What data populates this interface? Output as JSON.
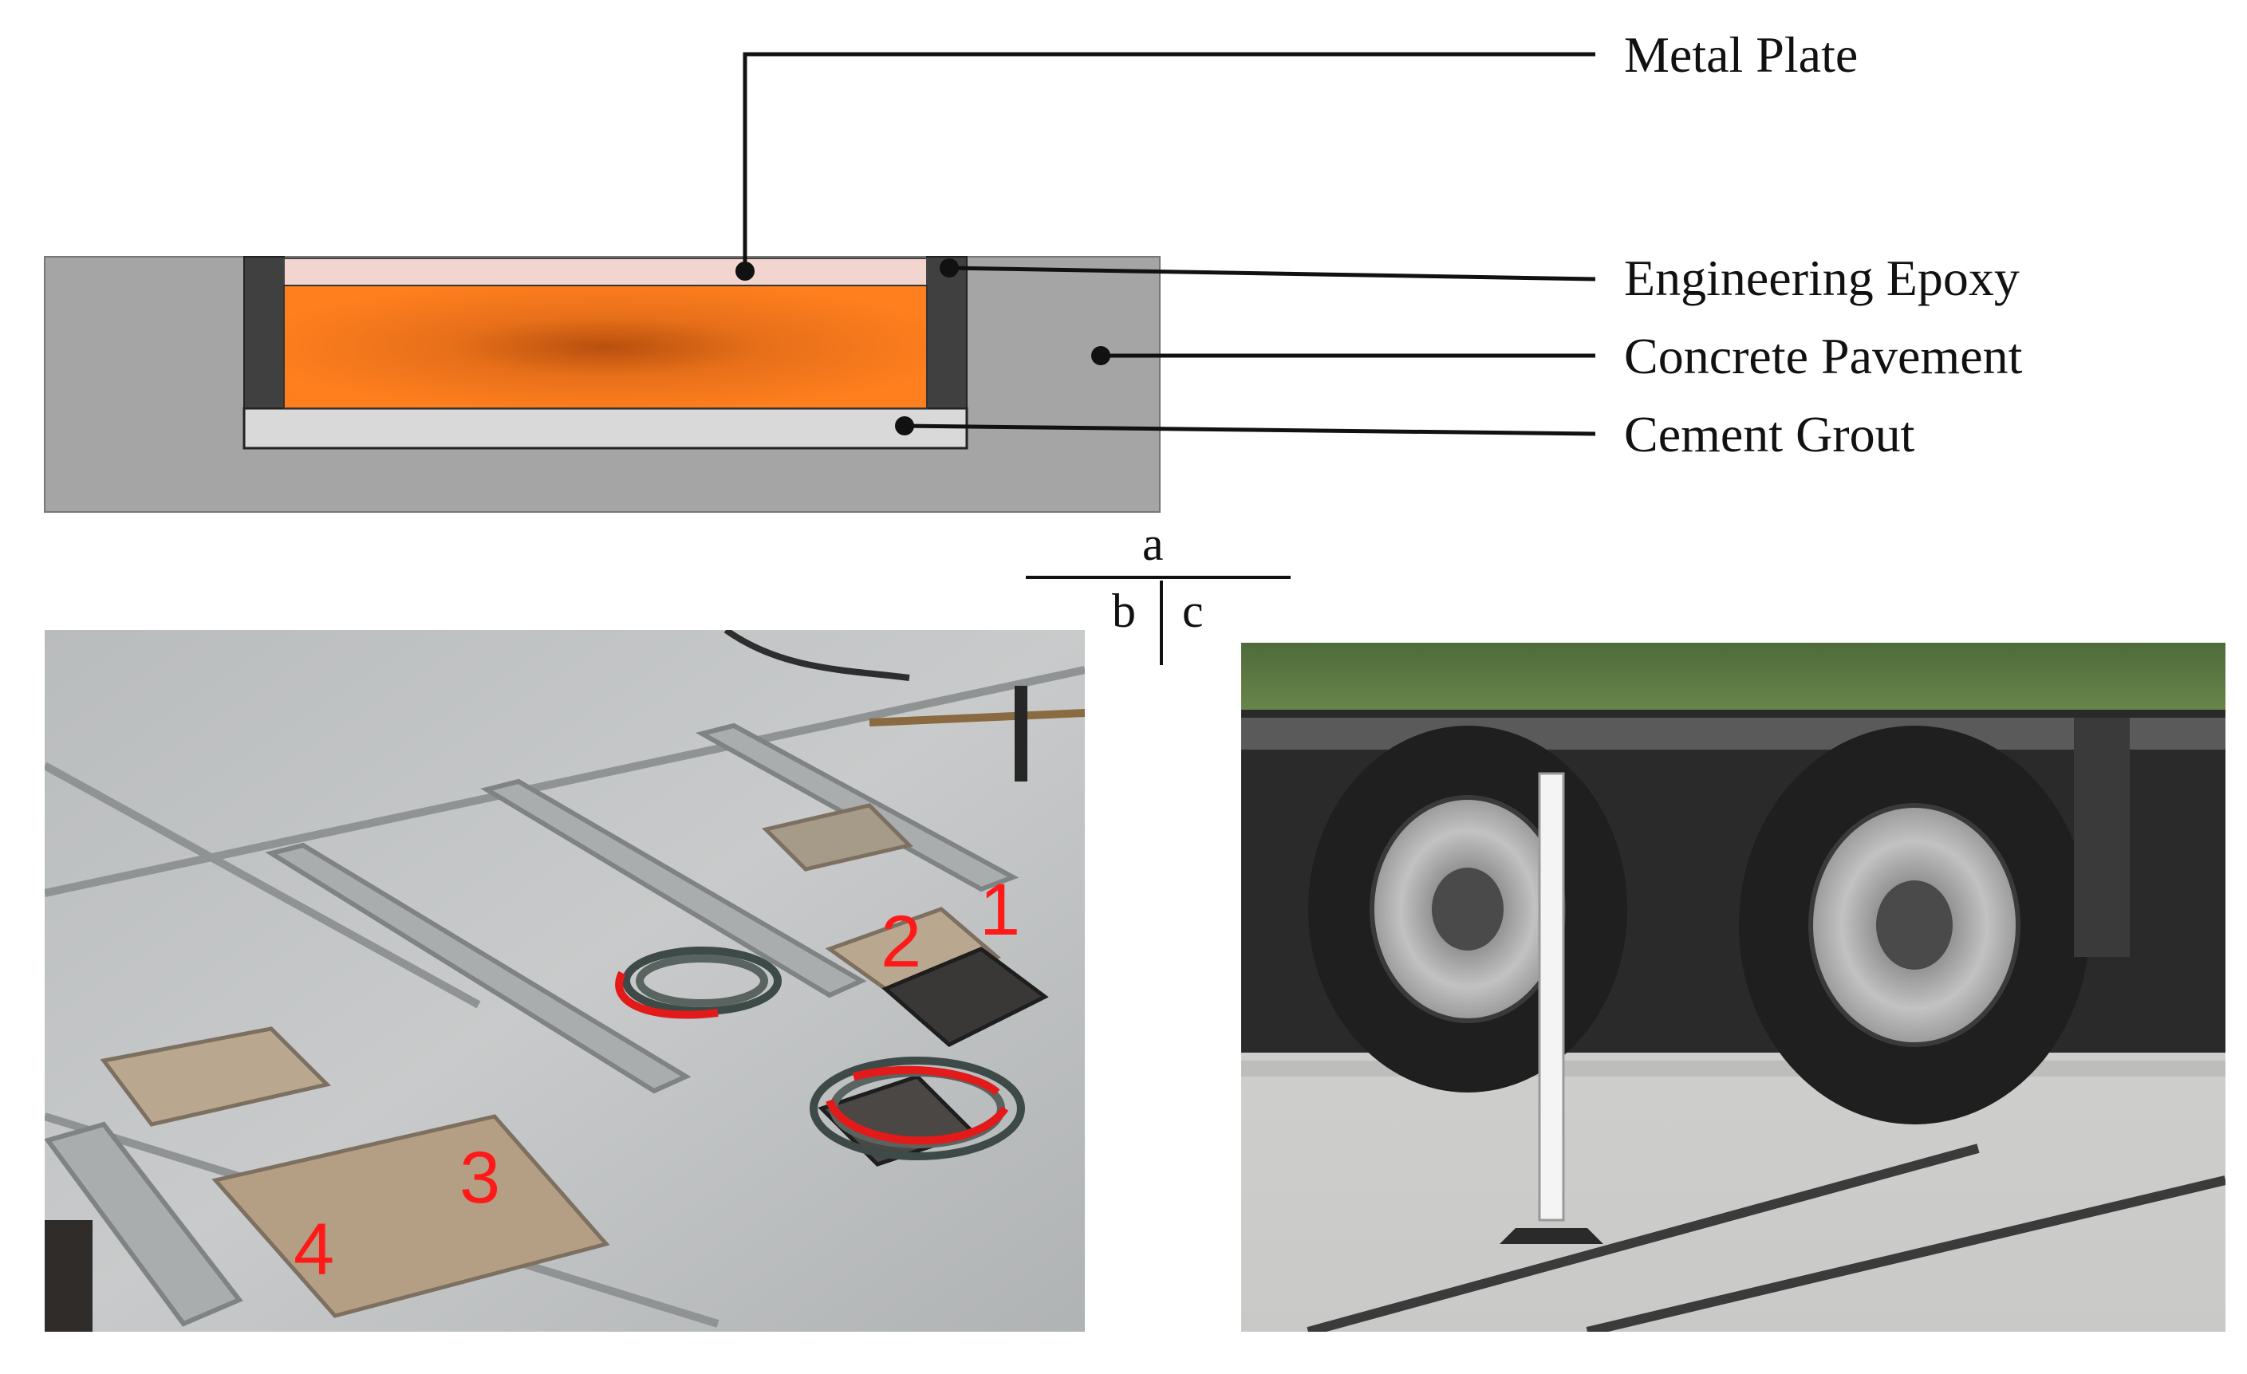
{
  "diagram": {
    "callouts": {
      "metal_plate": "Metal Plate",
      "engineering_epoxy": "Engineering Epoxy",
      "concrete_pavement": "Concrete Pavement",
      "cement_grout": "Cement Grout"
    },
    "panel_labels": {
      "a": "a",
      "b": "b",
      "c": "c"
    },
    "sensor_numbers": [
      "1",
      "2",
      "3",
      "4"
    ],
    "colors": {
      "concrete": "#a5a5a5",
      "epoxy": "#404040",
      "grout": "#d9d9d9",
      "metal_plate": "#f3d5d0",
      "sensor_core": "#f07a1a",
      "sensor_center": "#c0500c",
      "labels": "#ff1a1a"
    }
  },
  "photos": {
    "b": {
      "subject": "pavement-slots-with-cable-coils"
    },
    "c": {
      "subject": "truck-dual-tires-over-sensor"
    }
  }
}
